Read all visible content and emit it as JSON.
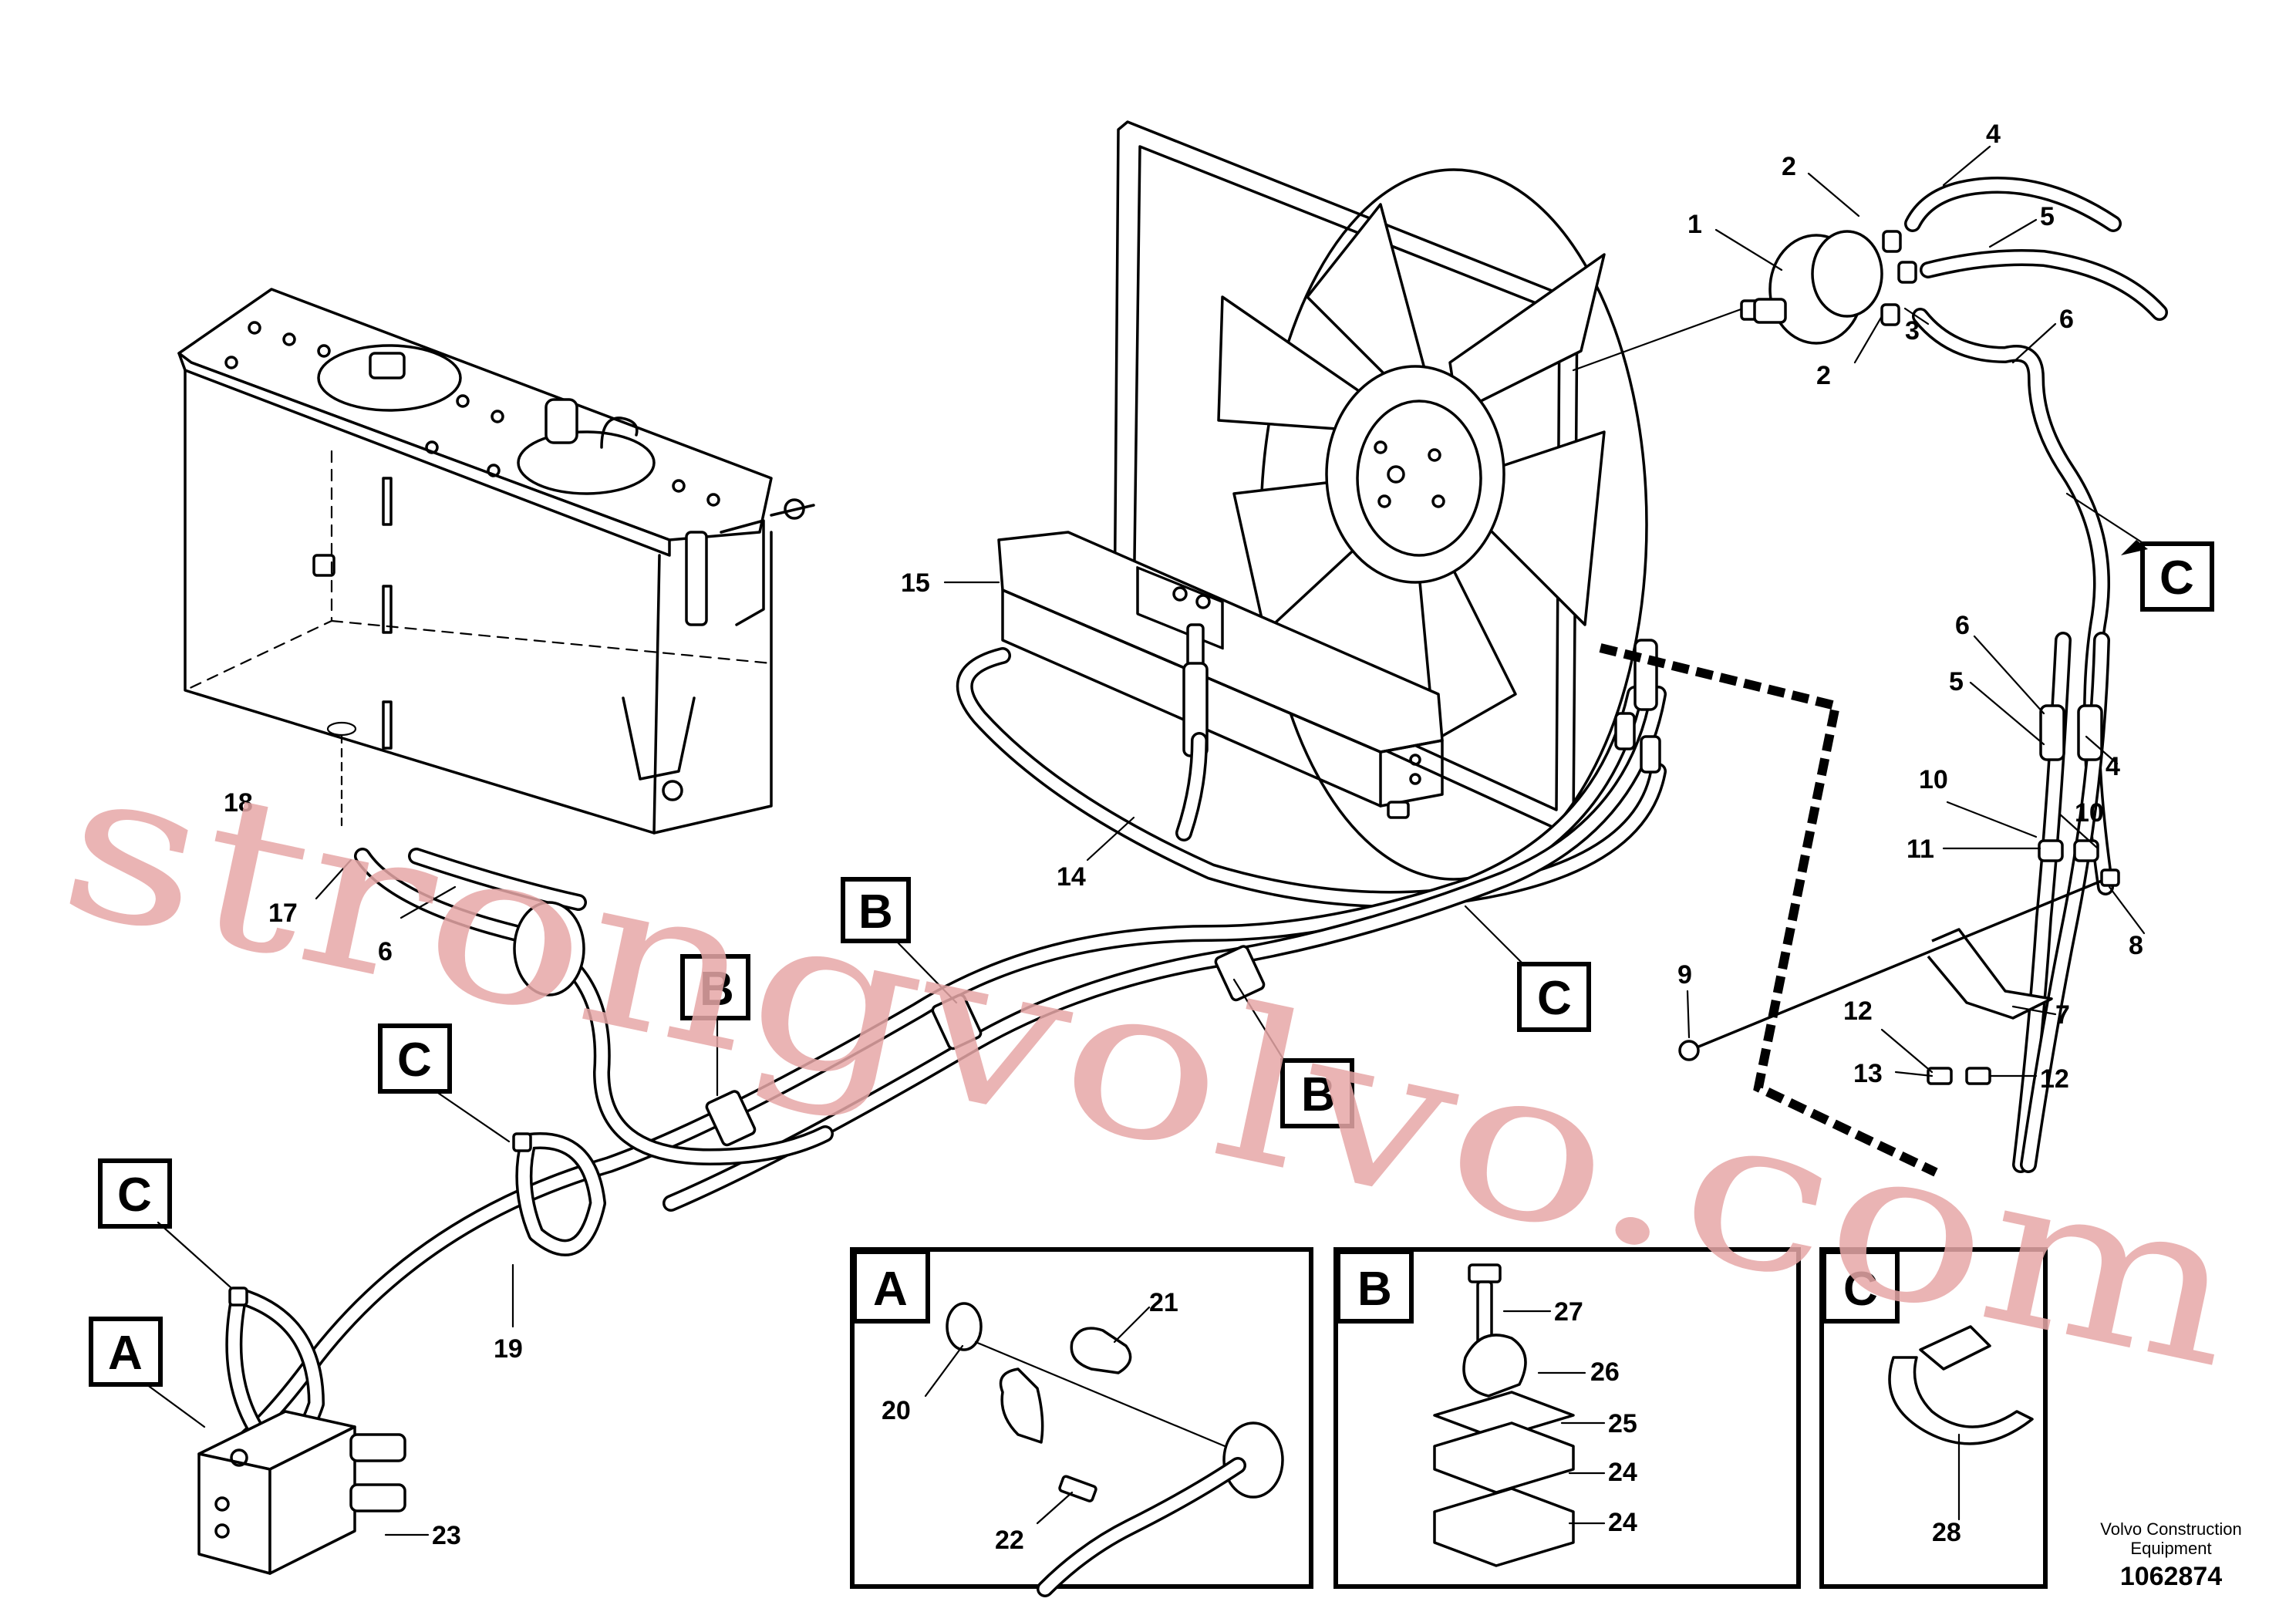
{
  "callouts": {
    "c1": "1",
    "c2a": "2",
    "c2b": "2",
    "c3": "3",
    "c4a": "4",
    "c4b": "4",
    "c5a": "5",
    "c5b": "5",
    "c6a": "6",
    "c6b": "6",
    "c6c": "6",
    "c7": "7",
    "c8": "8",
    "c9": "9",
    "c10a": "10",
    "c10b": "10",
    "c11": "11",
    "c12a": "12",
    "c12b": "12",
    "c13": "13",
    "c14": "14",
    "c15": "15",
    "c17": "17",
    "c18": "18",
    "c19": "19",
    "c20": "20",
    "c21": "21",
    "c22": "22",
    "c23": "23",
    "c24a": "24",
    "c24b": "24",
    "c25": "25",
    "c26": "26",
    "c27": "27",
    "c28": "28"
  },
  "section_markers": {
    "c_top_right": "C",
    "c_center": "C",
    "c_left": "C",
    "c_far_left": "C",
    "b_upper": "B",
    "b_lower": "B",
    "b_left": "B",
    "a_left": "A"
  },
  "detail_views": {
    "a": "A",
    "b": "B",
    "c": "C"
  },
  "caption": {
    "line1": "Volvo Construction",
    "line2": "Equipment",
    "doc_number": "1062874"
  },
  "watermark": "strongvolvo.com"
}
